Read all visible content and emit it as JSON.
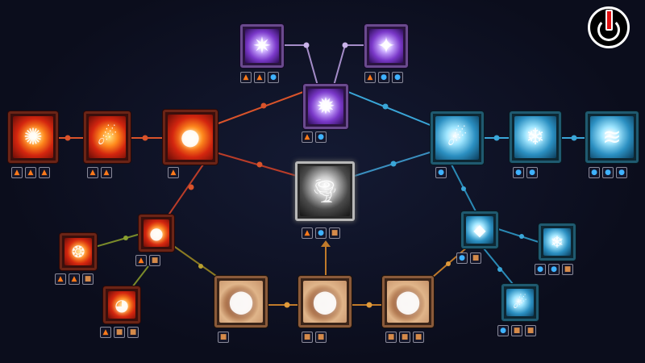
{
  "colors": {
    "fire": "#d9532a",
    "water": "#3aa6d8",
    "arcane": "#a48cc8",
    "earth": "#c07a2a",
    "power_accent": "#e01010"
  },
  "power_button": {
    "icon": "power-icon"
  },
  "nodes": [
    {
      "id": "solar-burst",
      "element": "fire",
      "icon": "sunburst-icon",
      "costs": [
        "fire",
        "fire",
        "fire"
      ]
    },
    {
      "id": "flame-comet",
      "element": "fire",
      "icon": "fireball-icon",
      "costs": [
        "fire",
        "fire"
      ]
    },
    {
      "id": "fireball",
      "element": "fire",
      "icon": "fireball-icon",
      "costs": [
        "fire"
      ]
    },
    {
      "id": "ember-orb",
      "element": "fire",
      "icon": "ember-icon",
      "costs": [
        "fire",
        "earth"
      ]
    },
    {
      "id": "twin-embers",
      "element": "fire",
      "icon": "twin-flame-icon",
      "costs": [
        "fire",
        "fire",
        "earth"
      ]
    },
    {
      "id": "lava-slime",
      "element": "fire",
      "icon": "magma-creature-icon",
      "costs": [
        "fire",
        "earth",
        "earth"
      ]
    },
    {
      "id": "storm-orb",
      "element": "arcane",
      "icon": "lightning-orb-icon",
      "costs": [
        "fire",
        "fire",
        "water"
      ]
    },
    {
      "id": "arcane-burst",
      "element": "arcane",
      "icon": "arcane-burst-icon",
      "costs": [
        "fire",
        "water",
        "water"
      ]
    },
    {
      "id": "arcane-core",
      "element": "arcane",
      "icon": "energy-orb-icon",
      "costs": [
        "fire",
        "water"
      ]
    },
    {
      "id": "tornado",
      "element": "wind",
      "icon": "tornado-icon",
      "costs": [
        "fire",
        "water",
        "earth"
      ]
    },
    {
      "id": "ice-shard",
      "element": "water",
      "icon": "ice-comet-icon",
      "costs": [
        "water"
      ]
    },
    {
      "id": "frost-volley",
      "element": "water",
      "icon": "ice-volley-icon",
      "costs": [
        "water",
        "water"
      ]
    },
    {
      "id": "tidal-wave",
      "element": "water",
      "icon": "wave-icon",
      "costs": [
        "water",
        "water",
        "water"
      ]
    },
    {
      "id": "frost-crystal",
      "element": "water",
      "icon": "crystal-icon",
      "costs": [
        "water",
        "earth"
      ]
    },
    {
      "id": "ice-orb",
      "element": "water",
      "icon": "ice-orb-icon",
      "costs": [
        "water",
        "water",
        "earth"
      ]
    },
    {
      "id": "ice-comet",
      "element": "water",
      "icon": "ice-comet-icon",
      "costs": [
        "water",
        "earth",
        "earth"
      ]
    },
    {
      "id": "boulder",
      "element": "earth",
      "icon": "boulder-icon",
      "costs": [
        "earth"
      ]
    },
    {
      "id": "meteor-strike",
      "element": "earth",
      "icon": "meteor-icon",
      "costs": [
        "earth",
        "earth"
      ]
    },
    {
      "id": "flaming-boulder",
      "element": "earth",
      "icon": "flaming-boulder-icon",
      "costs": [
        "earth",
        "earth",
        "earth"
      ]
    }
  ]
}
